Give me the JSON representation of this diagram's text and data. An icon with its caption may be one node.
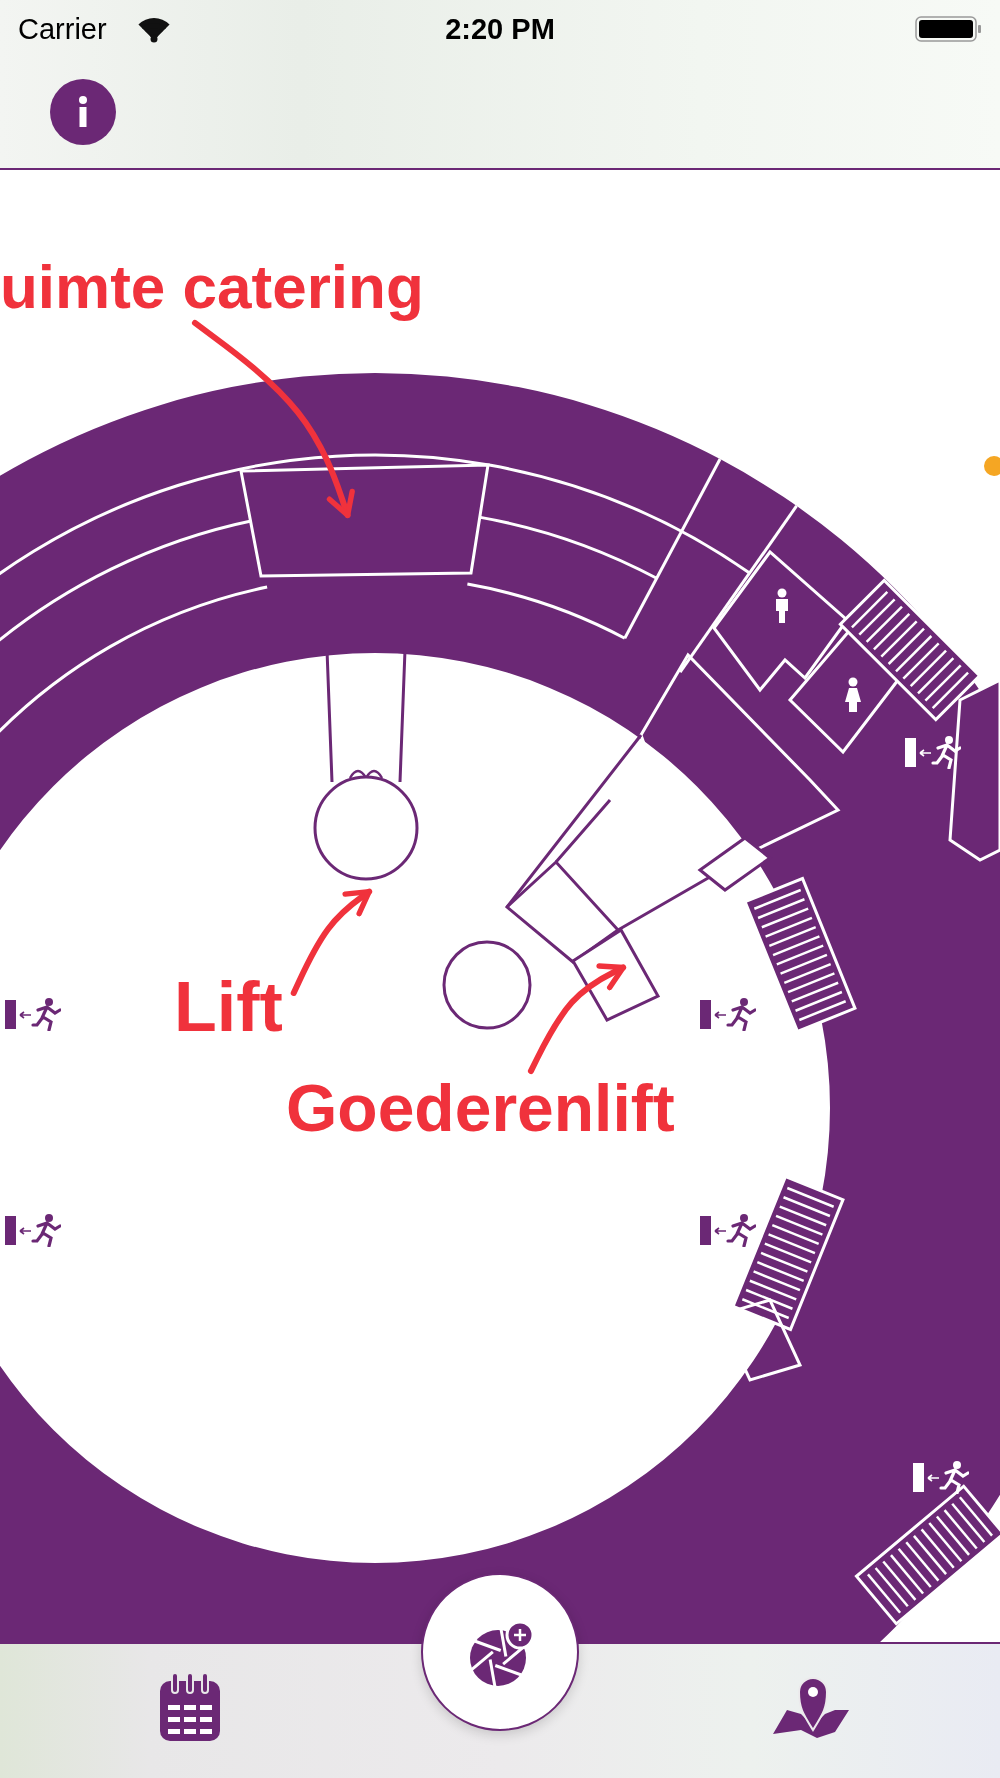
{
  "diagram": {
    "nodes": [
      {
        "text": [
          "uimte catering"
        ]
      },
      {
        "text": [],
        "shape": "box"
      },
      {
        "text": [
          "Lift"
        ]
      },
      {
        "text": [],
        "shape": "circle"
      },
      {
        "text": [
          "Goederenlift"
        ]
      },
      {
        "text": [],
        "shape": "box"
      }
    ],
    "edges": [
      {
        "from": 0,
        "to": 1,
        "arrow": "to"
      },
      {
        "from": 2,
        "to": 3,
        "arrow": "to"
      },
      {
        "from": 4,
        "to": 5,
        "arrow": "to"
      }
    ],
    "labels": [
      "Carrier",
      "2:20 PM"
    ]
  }
}
